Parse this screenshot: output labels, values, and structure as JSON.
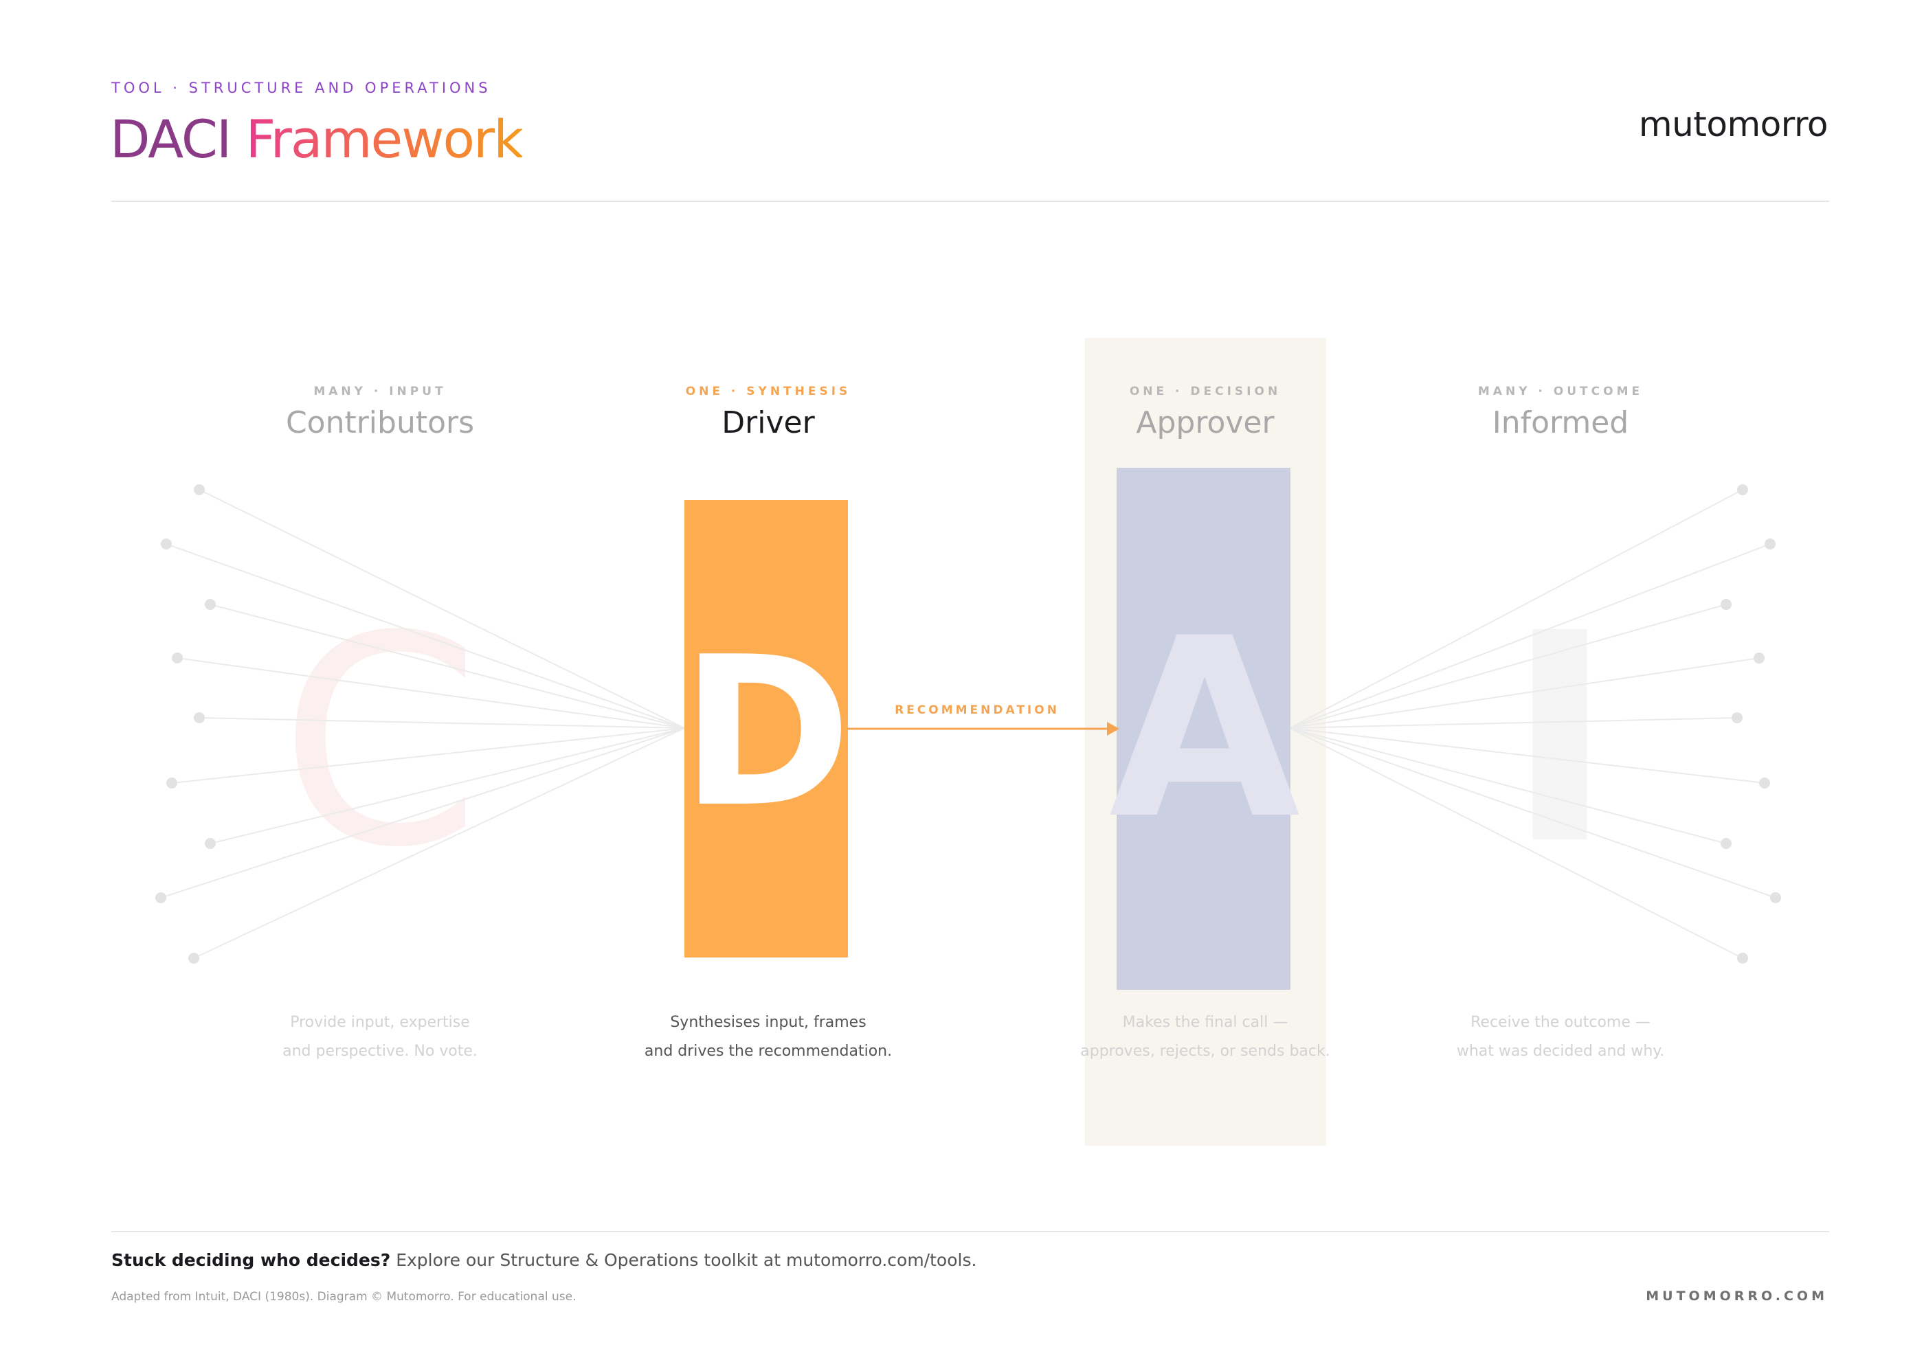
{
  "header": {
    "kicker": "TOOL · STRUCTURE AND OPERATIONS",
    "title_part1": "DACI",
    "title_part2": "Framework",
    "brand": "mutomorro"
  },
  "roles": {
    "contributors": {
      "tag": "MANY · INPUT",
      "name": "Contributors",
      "letter": "C",
      "desc_line1": "Provide input, expertise",
      "desc_line2": "and perspective. No vote."
    },
    "driver": {
      "tag": "ONE · SYNTHESIS",
      "name": "Driver",
      "letter": "D",
      "desc_line1": "Synthesises input, frames",
      "desc_line2": "and drives the recommendation."
    },
    "approver": {
      "tag": "ONE · DECISION",
      "name": "Approver",
      "letter": "A",
      "desc_line1": "Makes the final call —",
      "desc_line2": "approves, rejects, or sends back."
    },
    "informed": {
      "tag": "MANY · OUTCOME",
      "name": "Informed",
      "letter": "I",
      "desc_line1": "Receive the outcome —",
      "desc_line2": "what was decided and why."
    }
  },
  "flow": {
    "label": "RECOMMENDATION"
  },
  "colors": {
    "driver_box": "#fdac50",
    "approver_box": "#cacfe2",
    "approver_band": "#f8f5ef",
    "accent_orange": "#f5a451",
    "kicker_purple": "#8e44c9",
    "spoke": "#ebebeb",
    "node": "#e4e4e4"
  },
  "footer": {
    "cta_strong": "Stuck deciding who decides?",
    "cta_rest": " Explore our Structure & Operations toolkit at mutomorro.com/tools.",
    "credit": "Adapted from Intuit, DACI (1980s). Diagram © Mutomorro. For educational use.",
    "site": "MUTOMORRO.COM"
  }
}
